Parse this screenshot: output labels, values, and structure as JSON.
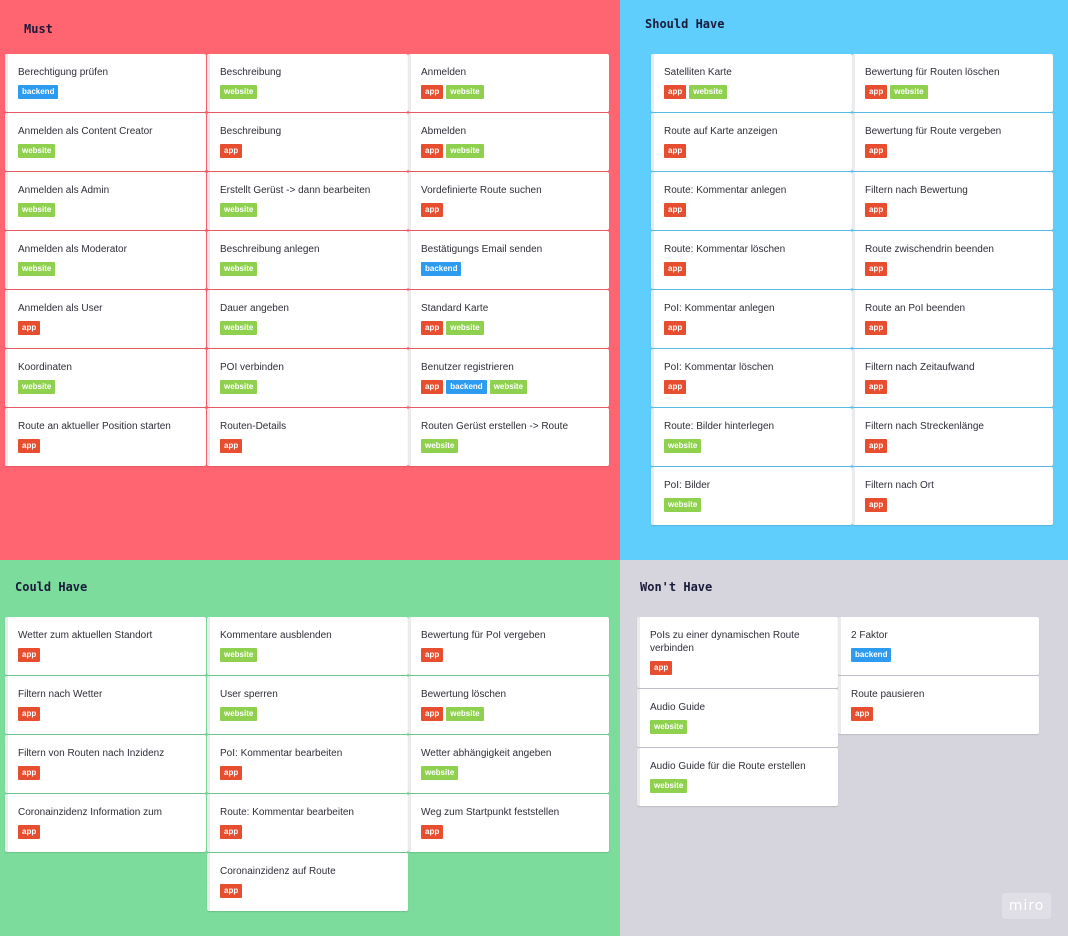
{
  "frames": {
    "must": {
      "title": "Must",
      "columns": [
        [
          {
            "title": "Berechtigung prüfen",
            "tags": [
              "backend"
            ]
          },
          {
            "title": "Anmelden als Content Creator",
            "tags": [
              "website"
            ]
          },
          {
            "title": "Anmelden als Admin",
            "tags": [
              "website"
            ]
          },
          {
            "title": "Anmelden als Moderator",
            "tags": [
              "website"
            ]
          },
          {
            "title": "Anmelden als User",
            "tags": [
              "app"
            ]
          },
          {
            "title": "Koordinaten",
            "tags": [
              "website"
            ]
          },
          {
            "title": "Route an aktueller Position starten",
            "tags": [
              "app"
            ]
          }
        ],
        [
          {
            "title": "Beschreibung",
            "tags": [
              "website"
            ]
          },
          {
            "title": "Beschreibung",
            "tags": [
              "app"
            ]
          },
          {
            "title": "Erstellt Gerüst ->  dann bearbeiten",
            "tags": [
              "website"
            ]
          },
          {
            "title": "Beschreibung anlegen",
            "tags": [
              "website"
            ]
          },
          {
            "title": "Dauer angeben",
            "tags": [
              "website"
            ]
          },
          {
            "title": "POI verbinden",
            "tags": [
              "website"
            ]
          },
          {
            "title": "Routen-Details",
            "tags": [
              "app"
            ]
          }
        ],
        [
          {
            "title": "Anmelden",
            "tags": [
              "app",
              "website"
            ]
          },
          {
            "title": "Abmelden",
            "tags": [
              "app",
              "website"
            ]
          },
          {
            "title": "Vordefinierte Route suchen",
            "tags": [
              "app"
            ]
          },
          {
            "title": "Bestätigungs Email senden",
            "tags": [
              "backend"
            ]
          },
          {
            "title": "Standard Karte",
            "tags": [
              "app",
              "website"
            ]
          },
          {
            "title": "Benutzer registrieren",
            "tags": [
              "app",
              "backend",
              "website"
            ]
          },
          {
            "title": "Routen Gerüst erstellen -> Route",
            "tags": [
              "website"
            ]
          }
        ]
      ]
    },
    "should": {
      "title": "Should Have",
      "columns": [
        [
          {
            "title": "Satelliten Karte",
            "tags": [
              "app",
              "website"
            ]
          },
          {
            "title": "Route auf Karte anzeigen",
            "tags": [
              "app"
            ]
          },
          {
            "title": "Route: Kommentar anlegen",
            "tags": [
              "app"
            ]
          },
          {
            "title": "Route: Kommentar löschen",
            "tags": [
              "app"
            ]
          },
          {
            "title": "PoI: Kommentar anlegen",
            "tags": [
              "app"
            ]
          },
          {
            "title": "PoI: Kommentar löschen",
            "tags": [
              "app"
            ]
          },
          {
            "title": "Route: Bilder hinterlegen",
            "tags": [
              "website"
            ]
          },
          {
            "title": "PoI: Bilder",
            "tags": [
              "website"
            ]
          }
        ],
        [
          {
            "title": "Bewertung für Routen löschen",
            "tags": [
              "app",
              "website"
            ]
          },
          {
            "title": "Bewertung für Route vergeben",
            "tags": [
              "app"
            ]
          },
          {
            "title": "Filtern nach Bewertung",
            "tags": [
              "app"
            ]
          },
          {
            "title": "Route zwischendrin beenden",
            "tags": [
              "app"
            ]
          },
          {
            "title": "Route an PoI beenden",
            "tags": [
              "app"
            ]
          },
          {
            "title": "Filtern nach Zeitaufwand",
            "tags": [
              "app"
            ]
          },
          {
            "title": "Filtern nach Streckenlänge",
            "tags": [
              "app"
            ]
          },
          {
            "title": "Filtern nach Ort",
            "tags": [
              "app"
            ]
          }
        ]
      ]
    },
    "could": {
      "title": "Could Have",
      "columns": [
        [
          {
            "title": "Wetter zum aktuellen Standort",
            "tags": [
              "app"
            ]
          },
          {
            "title": "Filtern nach Wetter",
            "tags": [
              "app"
            ]
          },
          {
            "title": "Filtern von Routen nach Inzidenz",
            "tags": [
              "app"
            ]
          },
          {
            "title": "Coronainzidenz Information zum",
            "tags": [
              "app"
            ]
          }
        ],
        [
          {
            "title": "Kommentare ausblenden",
            "tags": [
              "website"
            ]
          },
          {
            "title": "User sperren",
            "tags": [
              "website"
            ]
          },
          {
            "title": "PoI: Kommentar bearbeiten",
            "tags": [
              "app"
            ]
          },
          {
            "title": "Route: Kommentar bearbeiten",
            "tags": [
              "app"
            ]
          },
          {
            "title": "Coronainzidenz auf Route",
            "tags": [
              "app"
            ]
          }
        ],
        [
          {
            "title": "Bewertung für PoI vergeben",
            "tags": [
              "app"
            ]
          },
          {
            "title": "Bewertung löschen",
            "tags": [
              "app",
              "website"
            ]
          },
          {
            "title": "Wetter abhängigkeit angeben",
            "tags": [
              "website"
            ]
          },
          {
            "title": "Weg zum Startpunkt feststellen",
            "tags": [
              "app"
            ]
          }
        ]
      ]
    },
    "wont": {
      "title": "Won't Have",
      "columns": [
        [
          {
            "title": "PoIs zu einer dynamischen Route verbinden",
            "tags": [
              "app"
            ],
            "tall": true
          },
          {
            "title": "Audio Guide",
            "tags": [
              "website"
            ]
          },
          {
            "title": "Audio Guide für die Route erstellen",
            "tags": [
              "website"
            ]
          }
        ],
        [
          {
            "title": "2 Faktor",
            "tags": [
              "backend"
            ]
          },
          {
            "title": "Route pausieren",
            "tags": [
              "app"
            ]
          }
        ]
      ]
    }
  },
  "tag_colors": {
    "app": "#e64e2f",
    "website": "#8fd14f",
    "backend": "#2d9bf0"
  },
  "branding": {
    "logo": "miro"
  }
}
